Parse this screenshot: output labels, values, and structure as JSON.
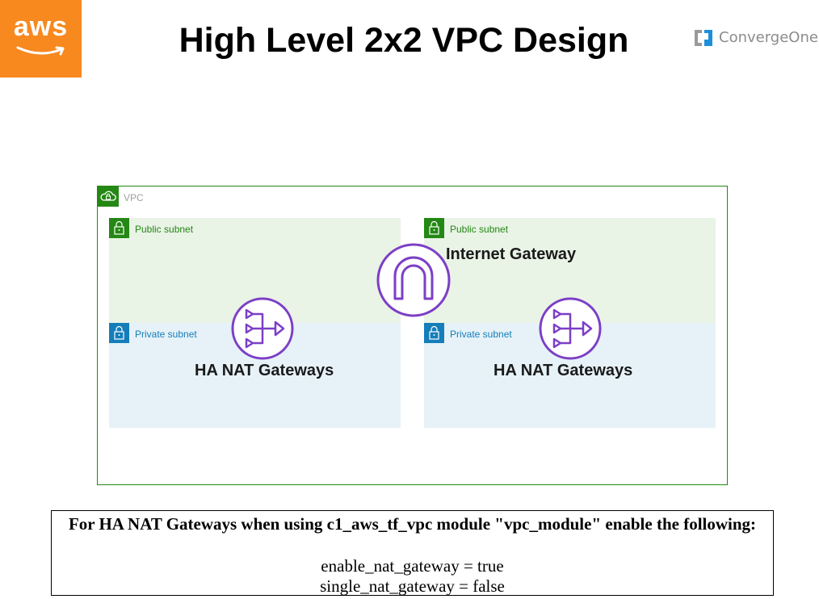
{
  "header": {
    "aws_logo_text": "aws",
    "title": "High Level 2x2 VPC Design",
    "partner_logo_text": "ConvergeOne"
  },
  "diagram": {
    "vpc_label": "VPC",
    "subnets": [
      {
        "label": "Public subnet",
        "kind": "public"
      },
      {
        "label": "Public subnet",
        "kind": "public"
      },
      {
        "label": "Private subnet",
        "kind": "private"
      },
      {
        "label": "Private subnet",
        "kind": "private"
      }
    ],
    "internet_gateway_label": "Internet Gateway",
    "nat_gateway_labels": [
      "HA NAT Gateways",
      "HA NAT Gateways"
    ],
    "colors": {
      "vpc_green": "#248814",
      "public_fill": "#e9f3e6",
      "private_fill": "#e6f2f8",
      "private_blue": "#147eba",
      "icon_purple": "#7c3fc6"
    }
  },
  "note": {
    "heading": "For HA NAT Gateways when using c1_aws_tf_vpc module \"vpc_module\" enable the following:",
    "lines": [
      "enable_nat_gateway = true",
      "single_nat_gateway = false"
    ]
  }
}
